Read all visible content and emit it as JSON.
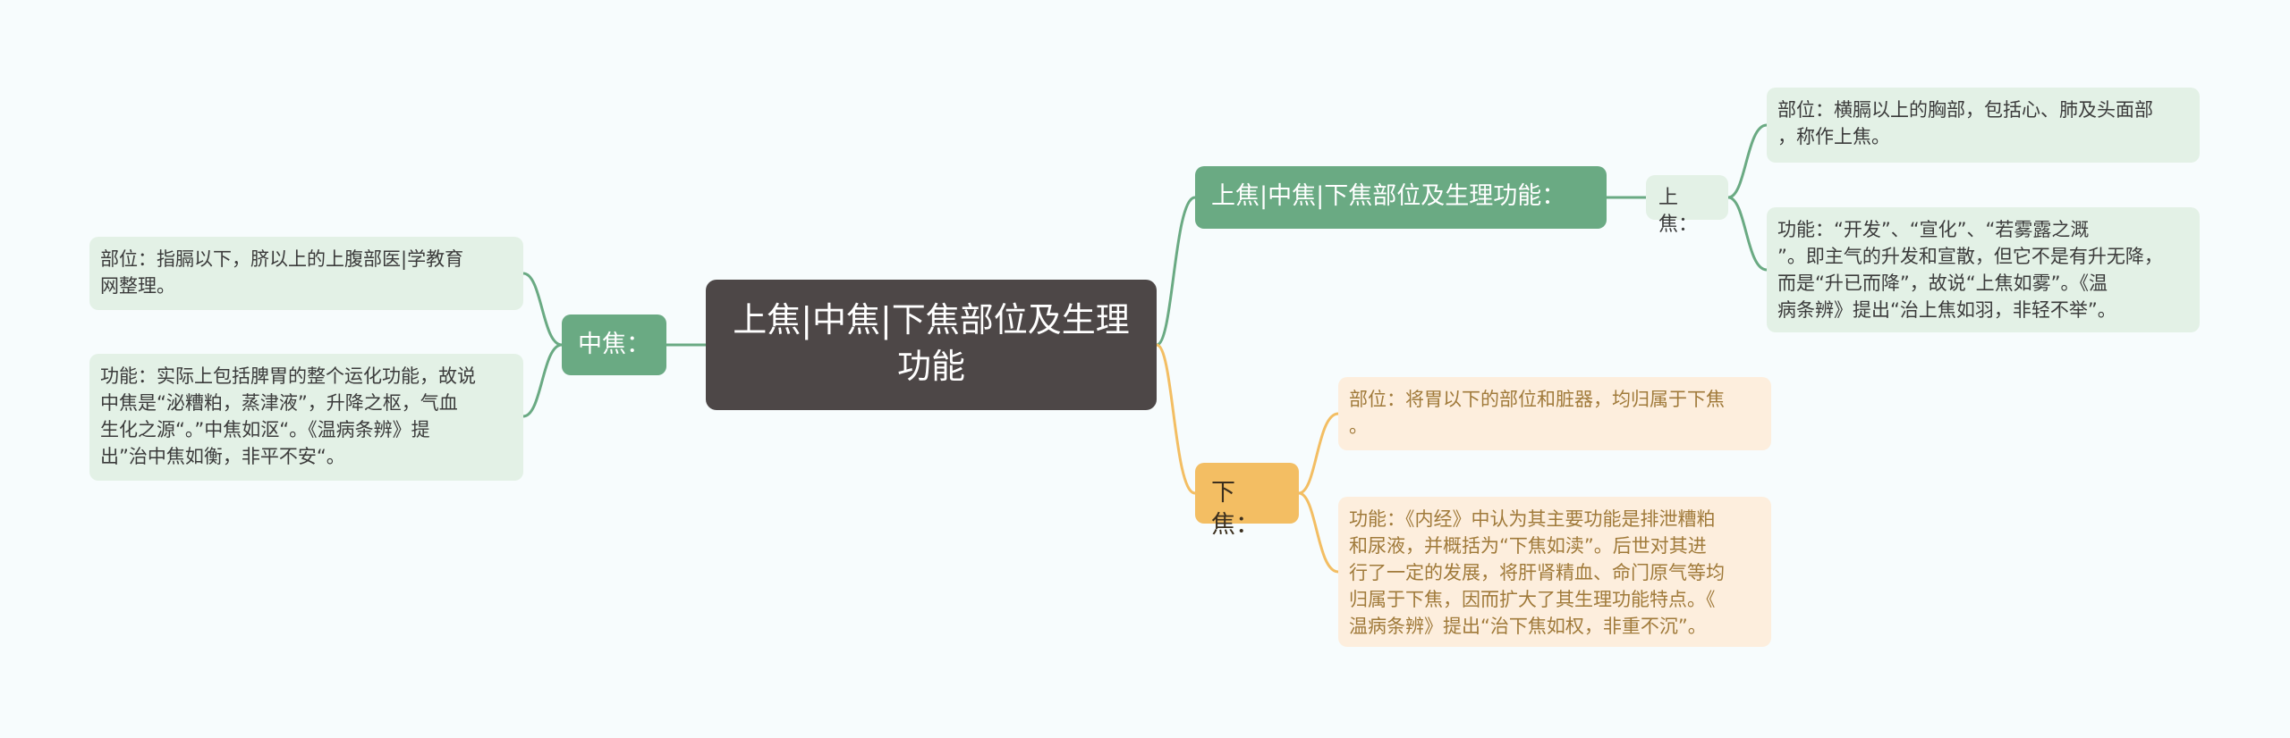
{
  "root": {
    "label": "上焦|中焦|下焦部位及生理\n功能"
  },
  "branches": {
    "top": {
      "label": "上焦|中焦|下焦部位及生理功能：",
      "sub": {
        "label": "上焦：",
        "leaves": [
          "部位：横膈以上的胸部，包括心、肺及头面部\n，称作上焦。",
          "功能：“开发”、“宣化”、“若雾露之溉\n”。即主气的升发和宣散，但它不是有升无降，\n而是“升已而降”，故说“上焦如雾”。《温\n病条辨》提出“治上焦如羽，非轻不举”。"
        ]
      }
    },
    "left": {
      "label": "中焦：",
      "leaves": [
        "部位：指膈以下，脐以上的上腹部医|学教育\n网整理。",
        "功能：实际上包括脾胃的整个运化功能，故说\n中焦是“泌糟粕，蒸津液”，升降之枢，气血\n生化之源“。”中焦如沤“。《温病条辨》提\n出”治中焦如衡，非平不安“。"
      ]
    },
    "bottom": {
      "label": "下焦：",
      "leaves": [
        "部位：将胃以下的部位和脏器，均归属于下焦\n。",
        "功能：《内经》中认为其主要功能是排泄糟粕\n和尿液，并概括为“下焦如渎”。后世对其进\n行了一定的发展，将肝肾精血、命门原气等均\n归属于下焦，因而扩大了其生理功能特点。《\n温病条辨》提出“治下焦如权，非重不沉”。"
      ]
    }
  },
  "colors": {
    "background": "#f7fcfd",
    "root": "#4d4747",
    "green_branch": "#6aaa83",
    "green_leaf": "#e3f1e6",
    "orange_branch": "#f3be63",
    "orange_leaf": "#fdeedd",
    "green_link": "#6aaa83",
    "orange_link": "#f3be63"
  }
}
